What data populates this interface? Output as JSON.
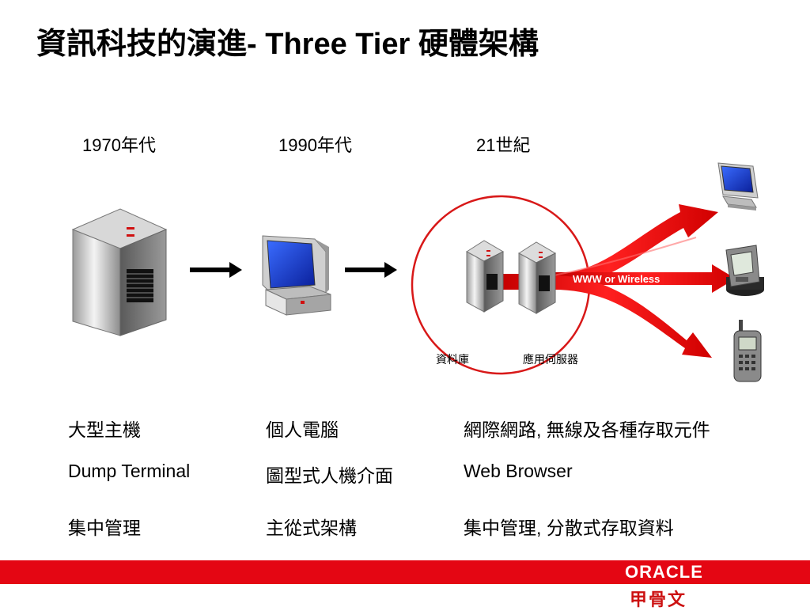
{
  "title": {
    "cn": "資訊科技的演進",
    "en": "- Three Tier ",
    "cn2": "硬體架構"
  },
  "eras": [
    "1970年代",
    "1990年代",
    "21世紀"
  ],
  "banner": "WWW or  Wireless",
  "server_labels": [
    "資料庫",
    "應用伺服器"
  ],
  "rows": [
    [
      "大型主機",
      "個人電腦",
      "網際網路, 無線及各種存取元件"
    ],
    [
      "Dump Terminal",
      "圖型式人機介面",
      "Web Browser"
    ],
    [
      "集中管理",
      "主從式架構",
      "集中管理, 分散式存取資料"
    ]
  ],
  "footer": {
    "brand": "ORACLE",
    "brand_cn": "甲骨文"
  },
  "colors": {
    "accent": "#e40613",
    "screen": "#1f3fc8"
  },
  "icons": [
    "mainframe-icon",
    "desktop-pc-icon",
    "server-icon",
    "monitor-icon",
    "pda-icon",
    "mobile-phone-icon"
  ]
}
